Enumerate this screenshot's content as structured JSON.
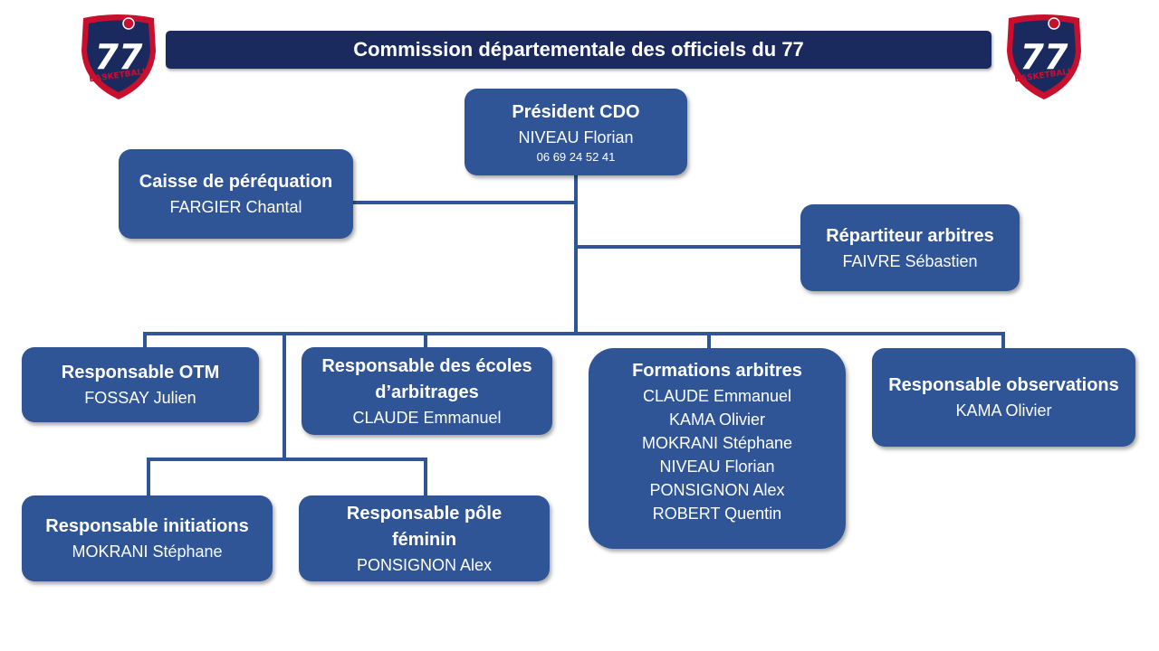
{
  "banner": {
    "title": "Commission départementale des officiels du 77"
  },
  "logo": {
    "text": "77",
    "brand": "BASKETBALL",
    "colors": {
      "shield": "#1a2a5e",
      "accent": "#c8102e"
    }
  },
  "colors": {
    "box": "#2f5597",
    "line": "#2f5597",
    "banner": "#1a2a5e"
  },
  "nodes": {
    "president": {
      "title": "Président CDO",
      "name": "NIVEAU Florian",
      "phone": "06 69 24 52 41"
    },
    "caisse": {
      "title": "Caisse de péréquation",
      "name": "FARGIER Chantal"
    },
    "repartiteur": {
      "title": "Répartiteur arbitres",
      "name": "FAIVRE Sébastien"
    },
    "otm": {
      "title": "Responsable OTM",
      "name": "FOSSAY Julien"
    },
    "ecoles": {
      "title_line1": "Responsable des écoles",
      "title_line2": "d’arbitrages",
      "name": "CLAUDE Emmanuel"
    },
    "formations": {
      "title": "Formations arbitres",
      "names": [
        "CLAUDE Emmanuel",
        "KAMA Olivier",
        "MOKRANI Stéphane",
        "NIVEAU Florian",
        "PONSIGNON Alex",
        "ROBERT Quentin"
      ]
    },
    "observations": {
      "title": "Responsable observations",
      "name": "KAMA Olivier"
    },
    "initiations": {
      "title": "Responsable initiations",
      "name": "MOKRANI Stéphane"
    },
    "feminin": {
      "title_line1": "Responsable pôle",
      "title_line2": "féminin",
      "name": "PONSIGNON Alex"
    }
  }
}
